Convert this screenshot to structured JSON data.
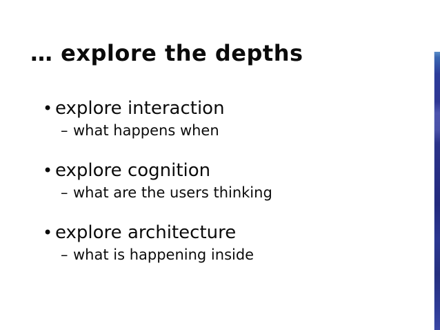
{
  "slide": {
    "title": "… explore the depths",
    "bullet_glyph": "•",
    "sub_bullet_glyph": "–",
    "bullets": [
      {
        "label": "explore interaction",
        "detail": "what happens when"
      },
      {
        "label": "explore cognition",
        "detail": "what are the users thinking"
      },
      {
        "label": "explore architecture",
        "detail": "what is happening inside"
      }
    ],
    "colors": {
      "background": "#ffffff",
      "text": "#0b0b0b"
    }
  },
  "photo_strip": {
    "icon": "photo-edge-strip",
    "edge_highlight": "#cdd6ec",
    "gradient_stops": [
      "#5b8fc9 0%",
      "#3b67b2 2%",
      "#2c3d9a 8%",
      "#2e3794 18%",
      "#4d55ae 22%",
      "#4a52a8 28%",
      "#2b3389 33%",
      "#272e84 45%",
      "#232a7e 55%",
      "#2b3791 68%",
      "#25307f 80%",
      "#2e3b96 92%",
      "#3a47a4 100%"
    ]
  }
}
